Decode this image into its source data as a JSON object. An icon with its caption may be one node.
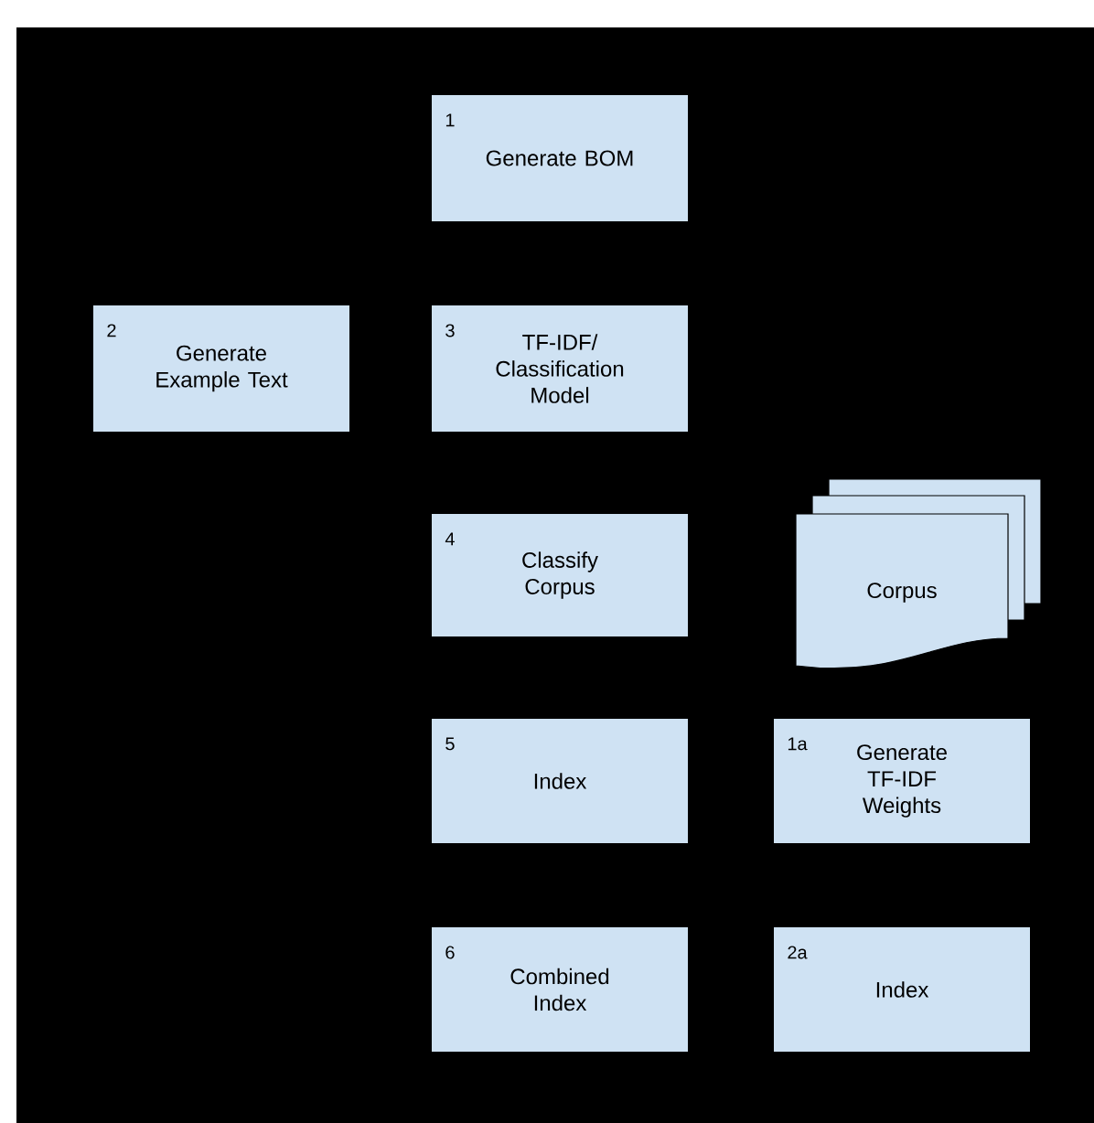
{
  "diagram": {
    "nodes": [
      {
        "text": [
          "1",
          "Generate BOM"
        ]
      },
      {
        "text": [
          "2",
          "Generate Example Text"
        ]
      },
      {
        "text": [
          "3",
          "TF-IDF/ Classification Model"
        ]
      },
      {
        "text": [
          "4",
          "Classify Corpus"
        ]
      },
      {
        "text": [
          "Corpus"
        ]
      },
      {
        "text": [
          "5",
          "Index"
        ]
      },
      {
        "text": [
          "1a",
          "Generate TF-IDF Weights"
        ]
      },
      {
        "text": [
          "6",
          "Combined Index"
        ]
      },
      {
        "text": [
          "2a",
          "Index"
        ]
      }
    ]
  }
}
